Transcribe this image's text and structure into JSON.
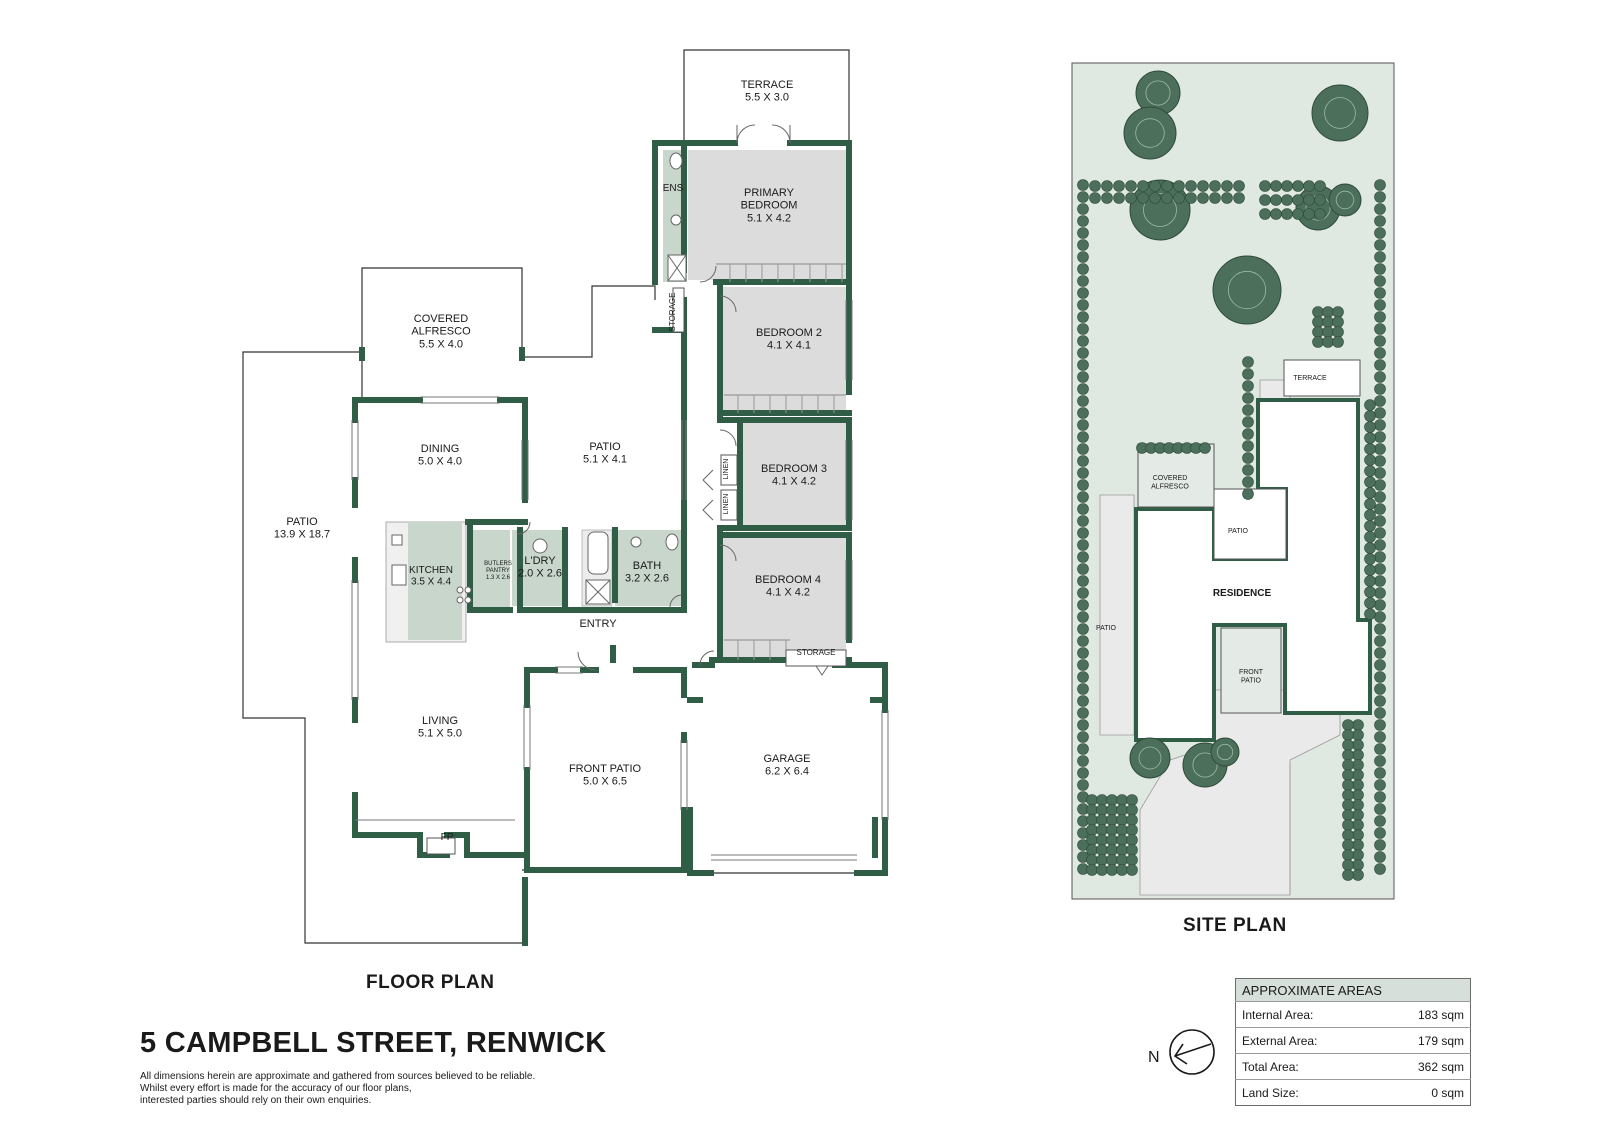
{
  "floor_plan": {
    "heading": "FLOOR PLAN",
    "rooms": [
      {
        "name": "TERRACE",
        "dims": "5.5 X 3.0"
      },
      {
        "name": "PRIMARY BEDROOM",
        "dims": "5.1 X 4.2"
      },
      {
        "name": "ENS",
        "dims": ""
      },
      {
        "name": "COVERED ALFRESCO",
        "dims": "5.5 X 4.0"
      },
      {
        "name": "BEDROOM 2",
        "dims": "4.1 X 4.1"
      },
      {
        "name": "STORAGE",
        "dims": ""
      },
      {
        "name": "DINING",
        "dims": "5.0 X 4.0"
      },
      {
        "name": "PATIO",
        "dims": "5.1 X 4.1"
      },
      {
        "name": "BEDROOM 3",
        "dims": "4.1 X 4.2"
      },
      {
        "name": "LINEN",
        "dims": ""
      },
      {
        "name": "LINEN",
        "dims": ""
      },
      {
        "name": "PATIO",
        "dims": "13.9 X 18.7"
      },
      {
        "name": "KITCHEN",
        "dims": "3.5 X 4.4"
      },
      {
        "name": "BUTLERS PANTRY",
        "dims": "1.3 X 2.6"
      },
      {
        "name": "L'DRY",
        "dims": "2.0 X 2.6"
      },
      {
        "name": "BATH",
        "dims": "3.2 X 2.6"
      },
      {
        "name": "BEDROOM 4",
        "dims": "4.1 X 4.2"
      },
      {
        "name": "ENTRY",
        "dims": ""
      },
      {
        "name": "STORAGE",
        "dims": ""
      },
      {
        "name": "LIVING",
        "dims": "5.1 X 5.0"
      },
      {
        "name": "FRONT PATIO",
        "dims": "5.0 X 6.5"
      },
      {
        "name": "GARAGE",
        "dims": "6.2 X 6.4"
      },
      {
        "name": "FP",
        "dims": ""
      }
    ]
  },
  "site_plan": {
    "heading": "SITE PLAN",
    "labels": [
      "TERRACE",
      "COVERED ALFRESCO",
      "PATIO",
      "RESIDENCE",
      "PATIO",
      "FRONT PATIO"
    ]
  },
  "property": {
    "address": "5 CAMPBELL STREET, RENWICK",
    "disclaimer": [
      "All dimensions herein are approximate and gathered from sources believed to be reliable.",
      "Whilst every effort is made for the accuracy of our floor plans,",
      "interested parties should rely on their own enquiries."
    ]
  },
  "areas": {
    "title": "APPROXIMATE AREAS",
    "rows": [
      {
        "label": "Internal Area:",
        "value": "183 sqm"
      },
      {
        "label": "External Area:",
        "value": "179 sqm"
      },
      {
        "label": "Total Area:",
        "value": "362 sqm"
      },
      {
        "label": "Land Size:",
        "value": "0 sqm"
      }
    ]
  },
  "compass": {
    "label": "N"
  },
  "colors": {
    "wall": "#2f5d46",
    "room_fill": "#dcdcdc",
    "wet_fill": "#c8d6cc",
    "site_fill": "#dfe8e1",
    "tree": "#4b6f5a"
  }
}
